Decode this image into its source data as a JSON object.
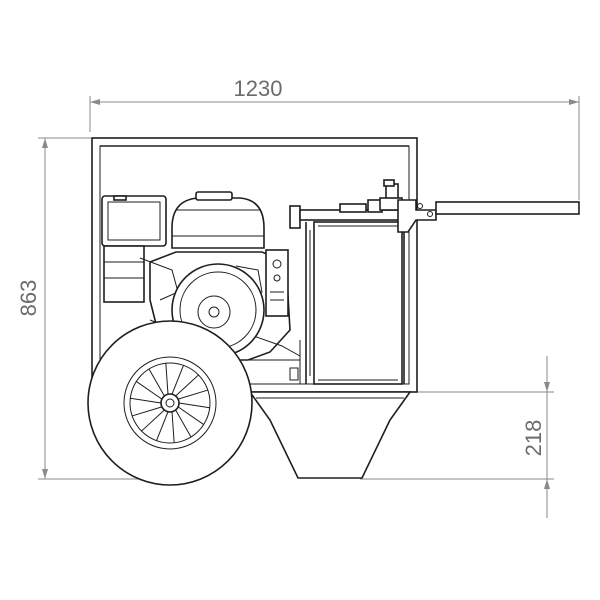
{
  "dimensions": {
    "width": "1230",
    "height": "863",
    "clearance": "218"
  },
  "colors": {
    "ink": "#1e1e1e",
    "dimension": "#8a8a8a",
    "text": "#6b6b6b"
  }
}
